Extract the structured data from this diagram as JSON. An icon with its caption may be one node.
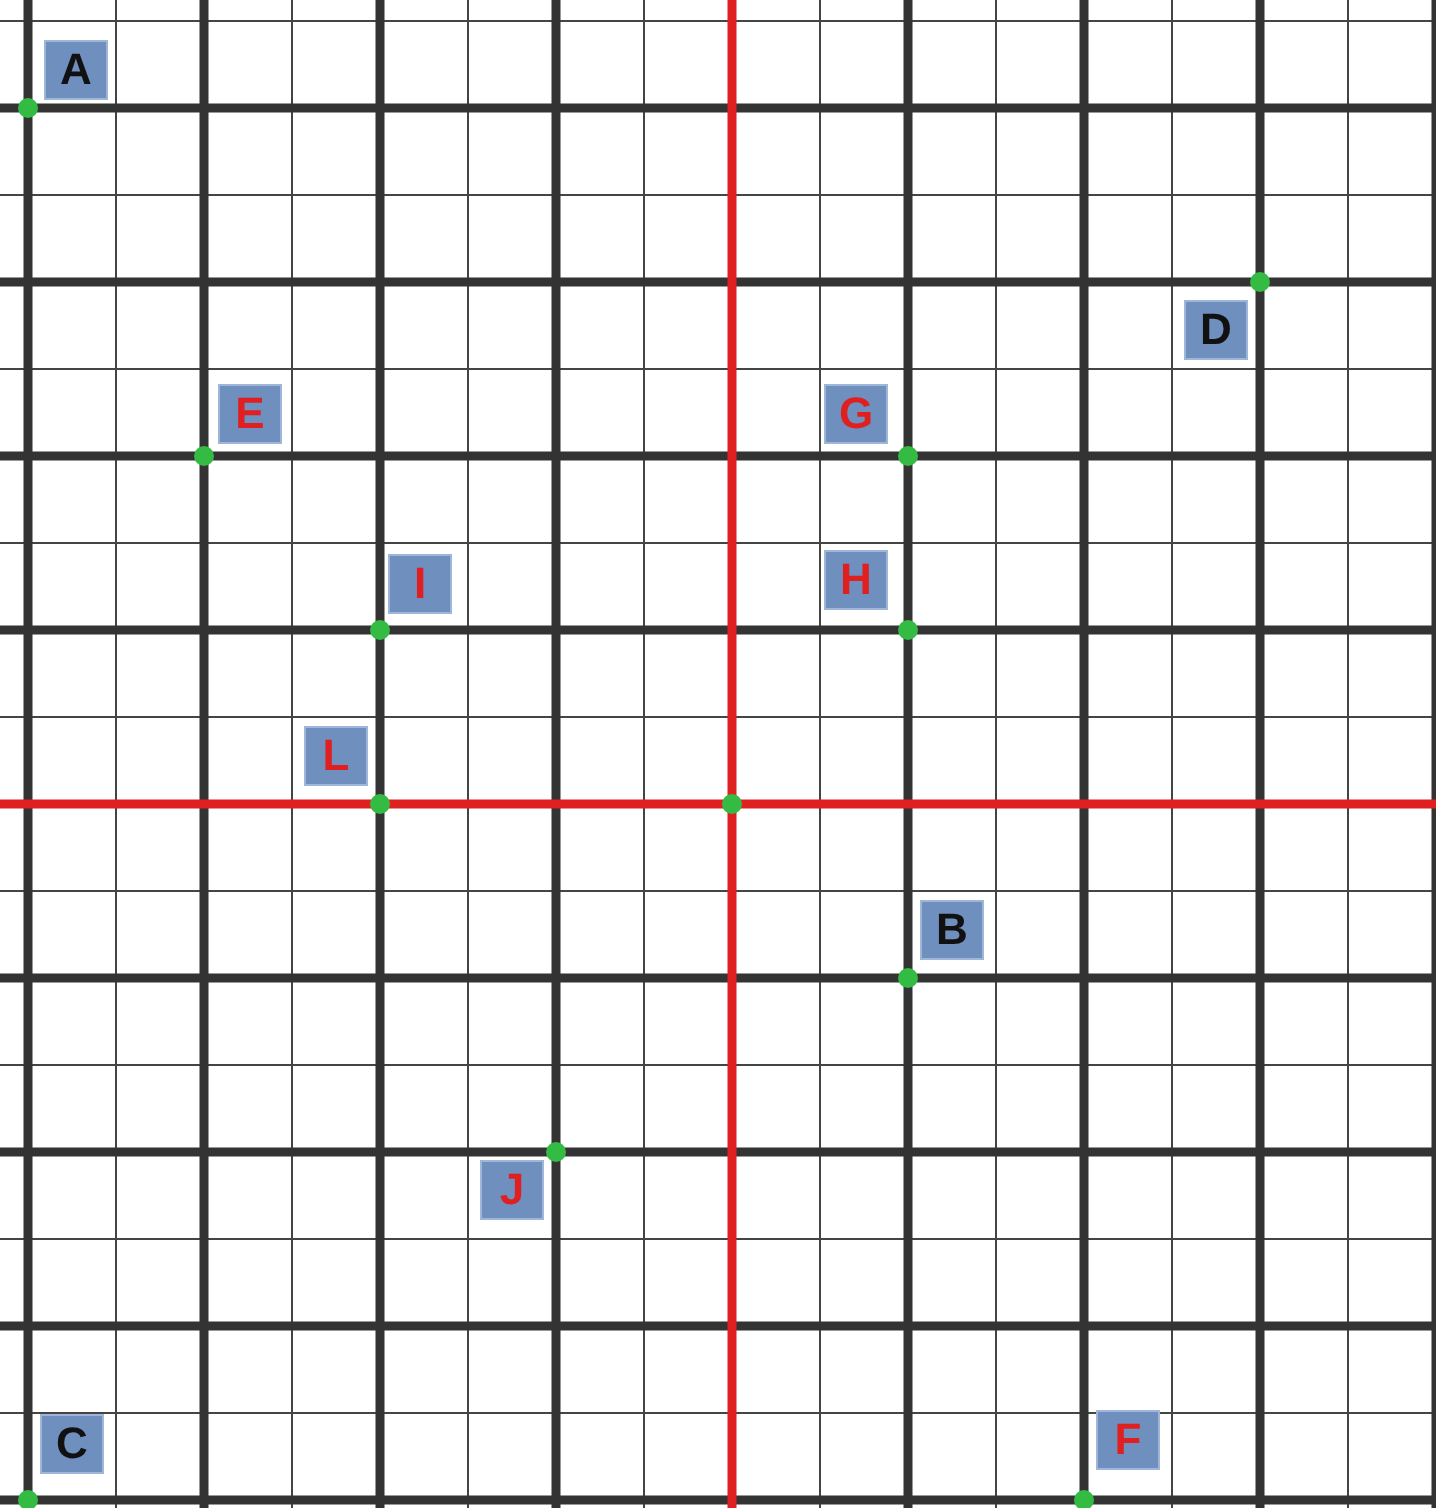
{
  "diagram": {
    "nodes": [
      {
        "text": [
          "A"
        ]
      },
      {
        "text": [
          "D"
        ]
      },
      {
        "text": [
          "E"
        ]
      },
      {
        "text": [
          "G"
        ]
      },
      {
        "text": [
          "I"
        ]
      },
      {
        "text": [
          "H"
        ]
      },
      {
        "text": [
          "L"
        ]
      },
      {
        "text": [
          "B"
        ]
      },
      {
        "text": [
          "J"
        ]
      },
      {
        "text": [
          "C"
        ]
      },
      {
        "text": [
          "F"
        ]
      }
    ]
  }
}
